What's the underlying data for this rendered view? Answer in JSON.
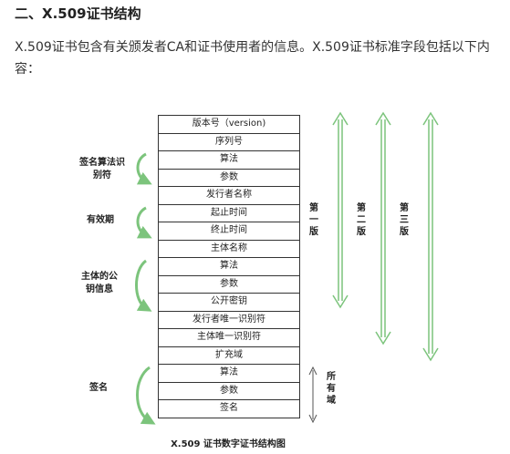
{
  "heading": "二、X.509证书结构",
  "intro": "X.509证书包含有关颁发者CA和证书使用者的信息。X.509证书标准字段包括以下内容：",
  "fields": [
    "版本号（version)",
    "序列号",
    "算法",
    "参数",
    "发行者名称",
    "起止时间",
    "终止时间",
    "主体名称",
    "算法",
    "参数",
    "公开密钥",
    "发行者唯一识别符",
    "主体唯一识别符",
    "扩充域",
    "算法",
    "参数",
    "签名"
  ],
  "groups": {
    "sig_alg": "签名算法识别符",
    "validity": "有效期",
    "pubkey": "主体的公钥信息",
    "signature": "签名"
  },
  "versions": {
    "v1": "第一版",
    "v2": "第二版",
    "v3": "第三版",
    "owned": "所有域"
  },
  "caption": "X.509 证书数字证书结构图",
  "colors": {
    "arrow": "#7cc47c"
  }
}
